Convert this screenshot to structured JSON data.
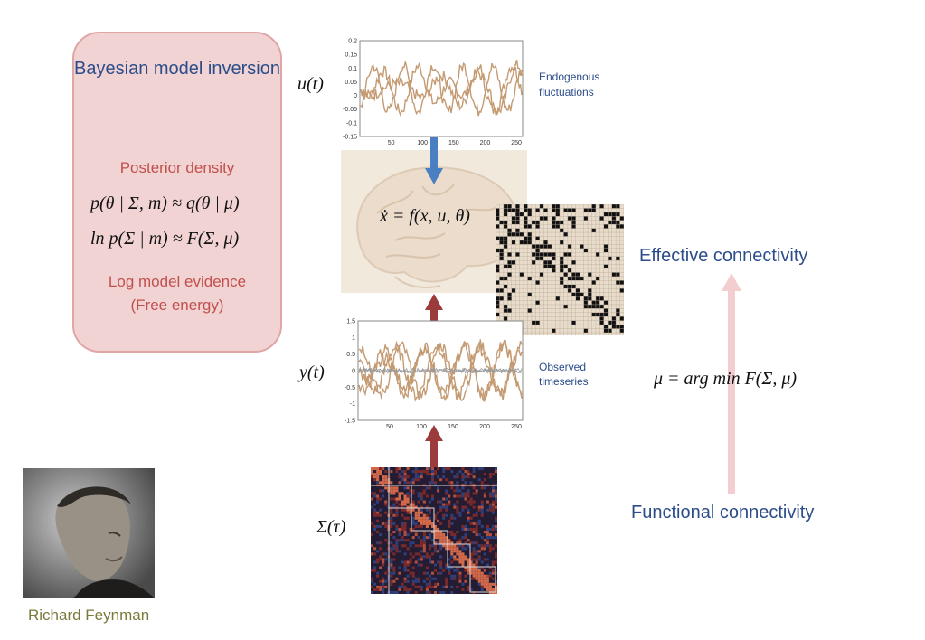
{
  "panel": {
    "title": "Bayesian model inversion",
    "posterior_label": "Posterior density",
    "eq1": "p(θ | Σ, m) ≈ q(θ | μ)",
    "eq2": "ln p(Σ | m) ≈ F(Σ, μ)",
    "evidence_label": "Log model evidence",
    "free_energy_label": "(Free energy)"
  },
  "top_plot": {
    "symbol": "u(t)",
    "caption_line1": "Endogenous",
    "caption_line2": "fluctuations",
    "yticks": [
      "0.2",
      "0.15",
      "0.1",
      "0.05",
      "0",
      "-0.05",
      "-0.1",
      "-0.15"
    ],
    "xticks": [
      "50",
      "100",
      "150",
      "200",
      "250"
    ]
  },
  "bottom_plot": {
    "symbol": "y(t)",
    "caption_line1": "Observed",
    "caption_line2": "timeseries",
    "yticks": [
      "1.5",
      "1",
      "0.5",
      "0",
      "-0.5",
      "-1",
      "-1.5"
    ],
    "xticks": [
      "50",
      "100",
      "150",
      "200",
      "250"
    ]
  },
  "brain_equation": "ẋ = f(x, u, θ)",
  "sigma_label": "Σ(τ)",
  "effective_label": "Effective connectivity",
  "argmin_equation": "μ = arg min F(Σ, μ)",
  "functional_label": "Functional connectivity",
  "portrait_caption": "Richard Feynman",
  "colors": {
    "trace": "#c49a72",
    "blue_arrow": "#4a7fc1",
    "red_arrow": "#9b3b3b",
    "pink_arrow": "#f4cdd0",
    "title_blue": "#2c4d8a",
    "panel_red": "#c0504d"
  }
}
